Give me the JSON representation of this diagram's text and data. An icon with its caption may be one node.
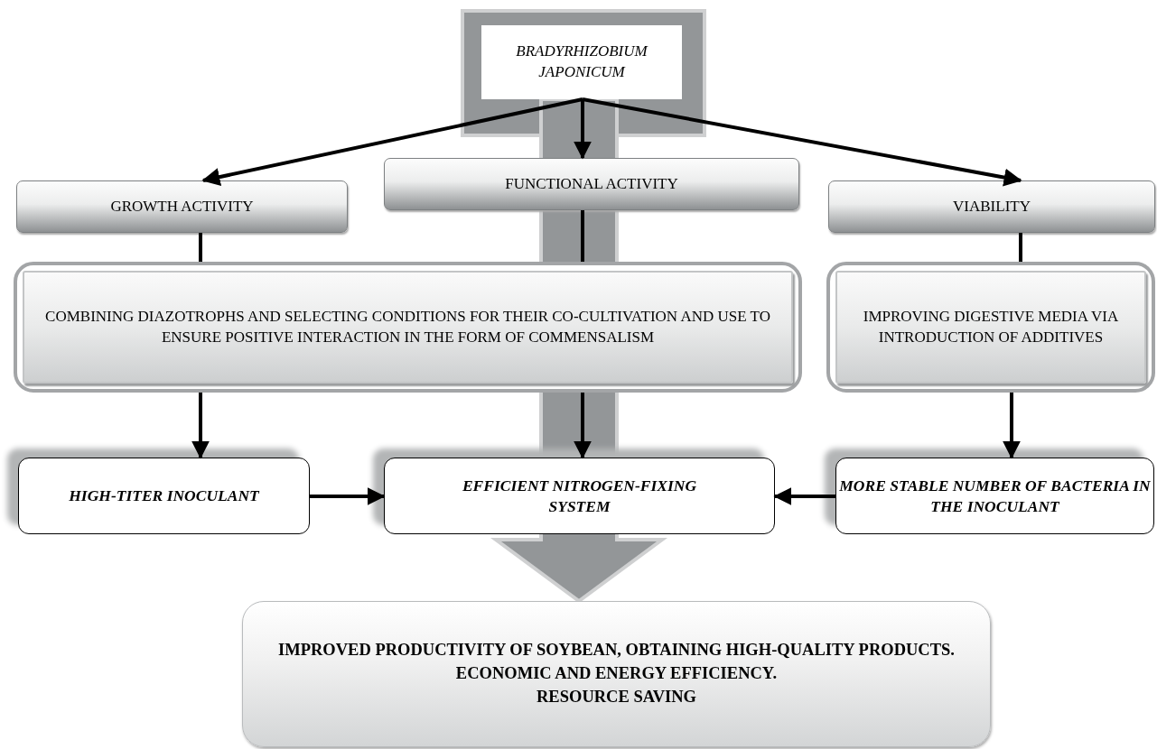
{
  "diagram": {
    "nodes": [
      {
        "text": [
          "BRADYRHIZOBIUM JAPONICUM"
        ]
      },
      {
        "text": [
          "GROWTH ACTIVITY"
        ]
      },
      {
        "text": [
          "FUNCTIONAL ACTIVITY"
        ]
      },
      {
        "text": [
          "VIABILITY"
        ]
      },
      {
        "text": [
          "COMBINING DIAZOTROPHS AND SELECTING CONDITIONS FOR THEIR CO-CULTIVATION AND USE TO ENSURE POSITIVE INTERACTION IN THE FORM OF COMMENSALISM"
        ]
      },
      {
        "text": [
          "IMPROVING DIGESTIVE MEDIA VIA INTRODUCTION OF ADDITIVES"
        ]
      },
      {
        "text": [
          "HIGH-TITER INOCULANT"
        ]
      },
      {
        "text": [
          "EFFICIENT NITROGEN-FIXING SYSTEM"
        ]
      },
      {
        "text": [
          "MORE STABLE NUMBER OF BACTERIA IN THE INOCULANT"
        ]
      },
      {
        "text": [
          "IMPROVED PRODUCTIVITY OF SOYBEAN, OBTAINING HIGH-QUALITY PRODUCTS.",
          "ECONOMIC AND ENERGY EFFICIENCY.",
          "RESOURCE SAVING"
        ]
      }
    ],
    "edges": [
      {
        "from": 0,
        "to": 1,
        "arrow": "to"
      },
      {
        "from": 0,
        "to": 2,
        "arrow": "to"
      },
      {
        "from": 0,
        "to": 3,
        "arrow": "to"
      },
      {
        "from": 1,
        "to": 4,
        "arrow": "none"
      },
      {
        "from": 2,
        "to": 4,
        "arrow": "none"
      },
      {
        "from": 3,
        "to": 5,
        "arrow": "none"
      },
      {
        "from": 4,
        "to": 6,
        "arrow": "to"
      },
      {
        "from": 4,
        "to": 7,
        "arrow": "to"
      },
      {
        "from": 5,
        "to": 8,
        "arrow": "to"
      },
      {
        "from": 6,
        "to": 7,
        "arrow": "to"
      },
      {
        "from": 8,
        "to": 7,
        "arrow": "to"
      },
      {
        "from": 0,
        "to": 9,
        "arrow": "to",
        "style": "thick",
        "color": "#939698"
      }
    ]
  }
}
